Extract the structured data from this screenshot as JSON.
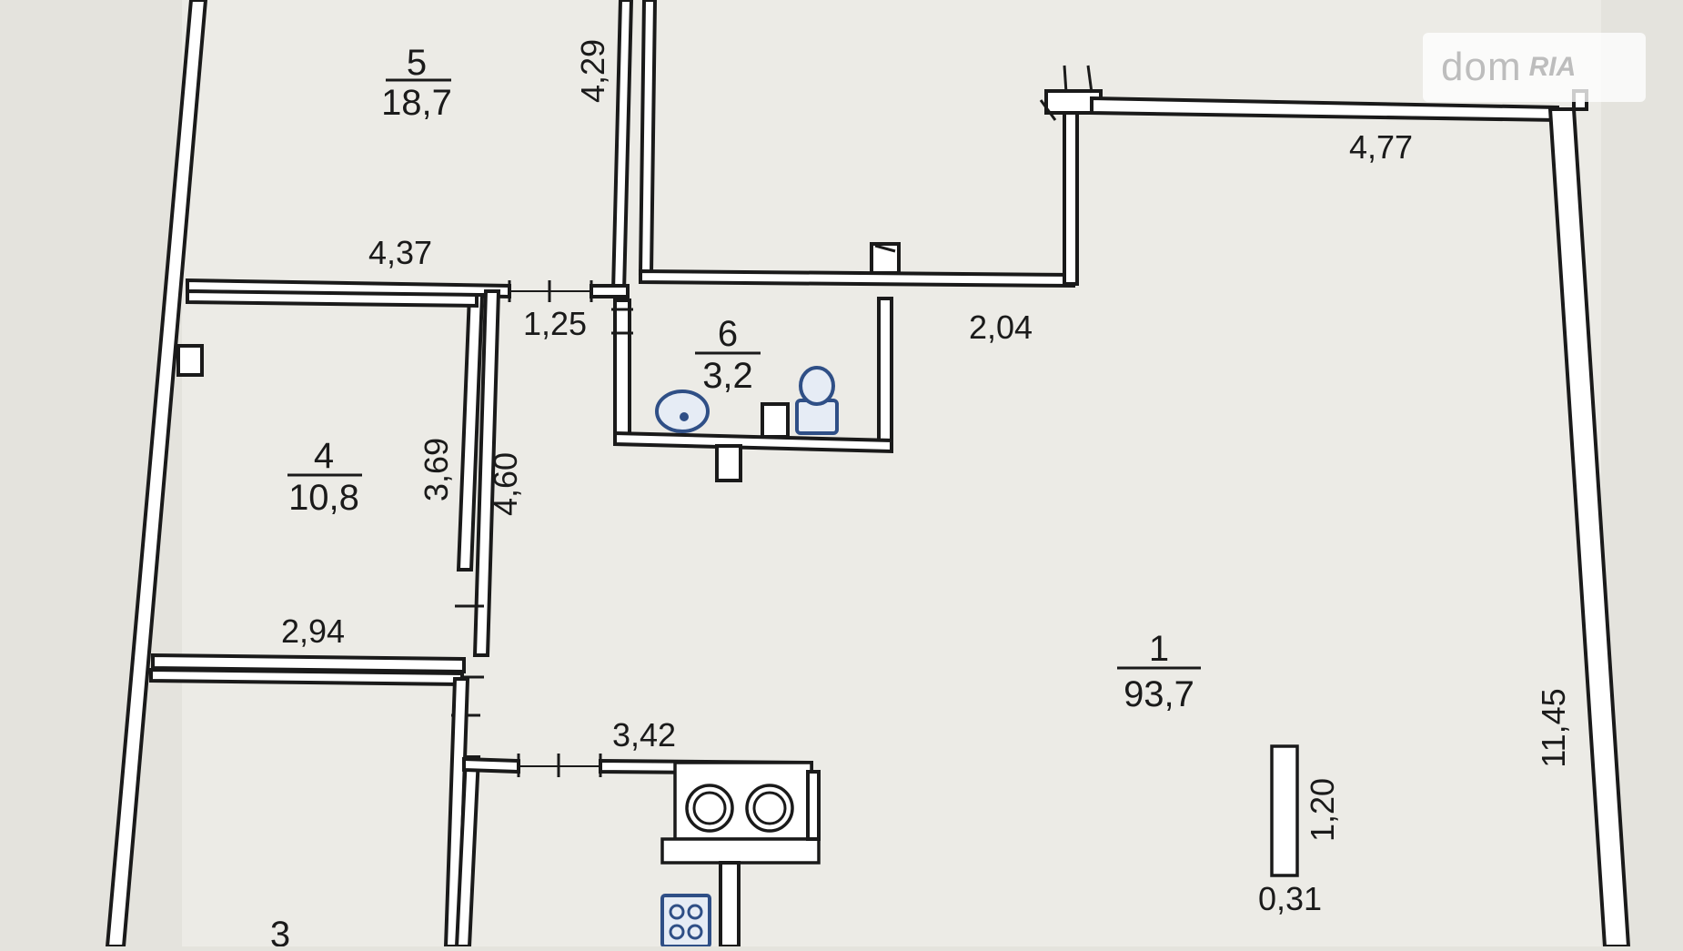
{
  "watermark": {
    "main": "dom",
    "suffix": "RIA"
  },
  "rooms": [
    {
      "id": "room-1",
      "number": "1",
      "area": "93,7"
    },
    {
      "id": "room-3",
      "number": "3",
      "area": ""
    },
    {
      "id": "room-4",
      "number": "4",
      "area": "10,8"
    },
    {
      "id": "room-5",
      "number": "5",
      "area": "18,7"
    },
    {
      "id": "room-6",
      "number": "6",
      "area": "3,2"
    }
  ],
  "dimensions": {
    "d_4_29": "4,29",
    "d_4_37": "4,37",
    "d_4_77": "4,77",
    "d_1_25": "1,25",
    "d_2_04": "2,04",
    "d_3_69": "3,69",
    "d_4_60": "4,60",
    "d_2_94": "2,94",
    "d_3_42": "3,42",
    "d_11_45": "11,45",
    "d_1_20": "1,20",
    "d_0_31": "0,31"
  },
  "colors": {
    "wall": "#1a1a1a",
    "paper": "#e4e3dd",
    "fixture_blue": "#2f4f86"
  }
}
